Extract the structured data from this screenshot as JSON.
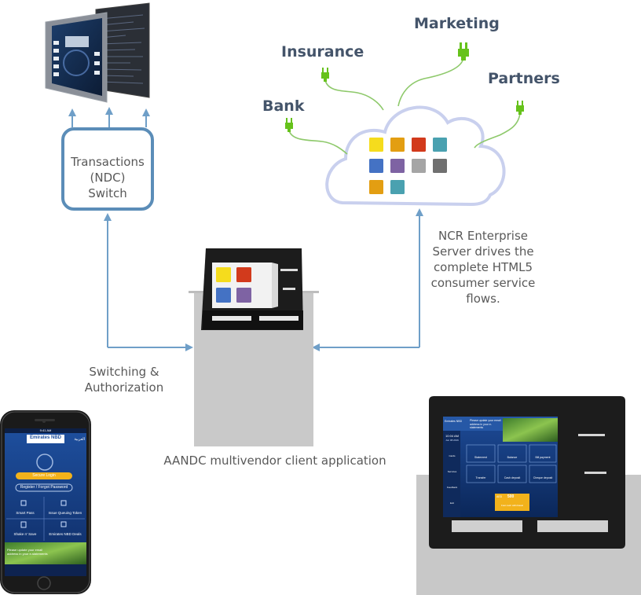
{
  "switch_box": {
    "line1": "Transactions",
    "line2": "(NDC)",
    "line3": "Switch"
  },
  "labels": {
    "switching": "Switching &",
    "authorization": "Authorization",
    "client_app": "AANDC multivendor client application",
    "server_line1": "NCR Enterprise",
    "server_line2": "Server drives the",
    "server_line3": "complete HTML5",
    "server_line4": "consumer service",
    "server_line5": "flows."
  },
  "cloud_channels": {
    "bank": "Bank",
    "insurance": "Insurance",
    "marketing": "Marketing",
    "partners": "Partners"
  },
  "cloud_app_tile_colors": [
    "#f5dc1d",
    "#e39e12",
    "#d23a1c",
    "#4aa1b0",
    "#4472c4",
    "#7e63a3",
    "#a5a5a5",
    "#707070",
    "#e39e12",
    "#4aa1b0"
  ],
  "kiosk_tile_colors": [
    "#f5dc1d",
    "#d23a1c",
    "#4472c4",
    "#7e63a3"
  ],
  "colors": {
    "arrow": "#6f9fc8",
    "switch_border": "#5b8db8",
    "plug_green": "#66c21b",
    "cable_green": "#8ec96b",
    "cloud_outline": "#c9d0ee",
    "label_blue": "#44546a"
  },
  "phone": {
    "brand": "Emirates NBD",
    "status_time": "9:41 AM",
    "arabic": "العربية",
    "secure_login": "Secure Login",
    "register": "Register / Forgot Password",
    "smart_pass": "Smart Pass",
    "queuing_token": "Issue Queuing Token",
    "shake_save": "Shake n' Save",
    "deals": "Emirates NBD Deals",
    "promo": "Please update your email address in your e-statements"
  },
  "atm_screen": {
    "brand": "Emirates NBD",
    "banner": "Please update your email address in your e-statements",
    "clock": "10:04 AM",
    "date": "Jun 08 2016",
    "menu": [
      "Statement",
      "Balance",
      "Bill payment",
      "Transfer",
      "Cash deposit",
      "Cheque deposit"
    ],
    "side_items": [
      "Cards",
      "Services",
      "Feedback",
      "Exit"
    ],
    "amount_label": "AED",
    "amount_value": "500",
    "amount_caption": "Fast cash withdrawal"
  }
}
